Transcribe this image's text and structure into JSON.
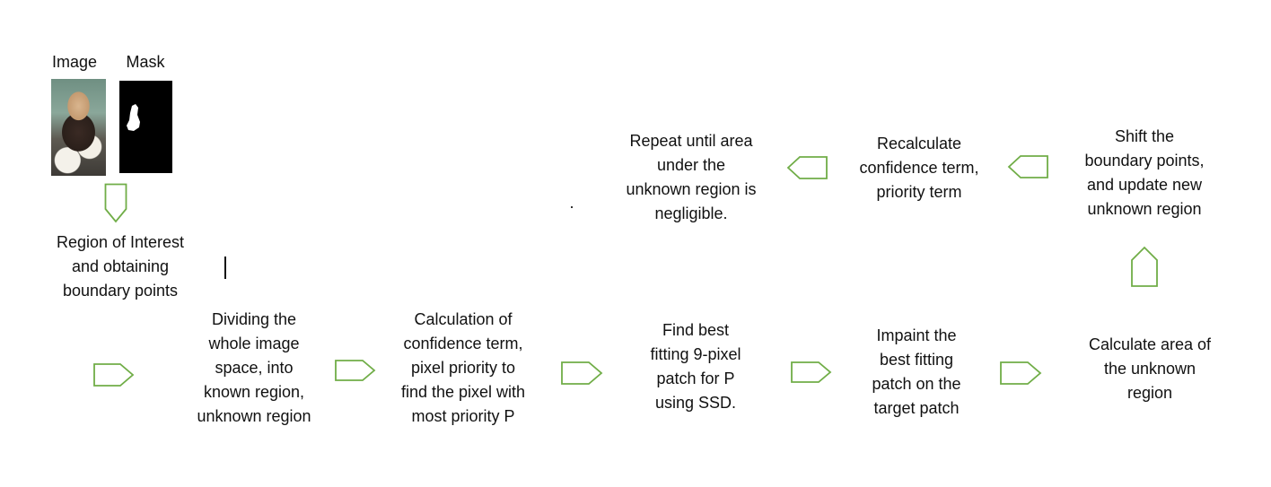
{
  "inputs": {
    "image_label": "Image",
    "mask_label": "Mask"
  },
  "steps": [
    {
      "id": "roi",
      "text": "Region of Interest\nand obtaining\nboundary points"
    },
    {
      "id": "divide",
      "text": "Dividing the\nwhole image\nspace, into\nknown region,\nunknown region"
    },
    {
      "id": "confidence",
      "text": "Calculation of\nconfidence term,\npixel priority to\nfind the pixel with\nmost priority P"
    },
    {
      "id": "best-patch",
      "text": "Find best\nfitting 9-pixel\npatch for P\nusing SSD."
    },
    {
      "id": "inpaint",
      "text": "Impaint the\nbest fitting\npatch on the\ntarget patch"
    },
    {
      "id": "area",
      "text": "Calculate area of\nthe unknown\nregion"
    },
    {
      "id": "shift",
      "text": "Shift the\nboundary points,\nand update new\nunknown region"
    },
    {
      "id": "recalc",
      "text": "Recalculate\nconfidence term,\npriority term"
    },
    {
      "id": "repeat",
      "text": "Repeat until area\nunder the\nunknown region is\nnegligible."
    }
  ],
  "colors": {
    "arrow_stroke": "#70ad47",
    "text": "#111111",
    "mask_background": "#000000",
    "mask_foreground": "#ffffff"
  }
}
